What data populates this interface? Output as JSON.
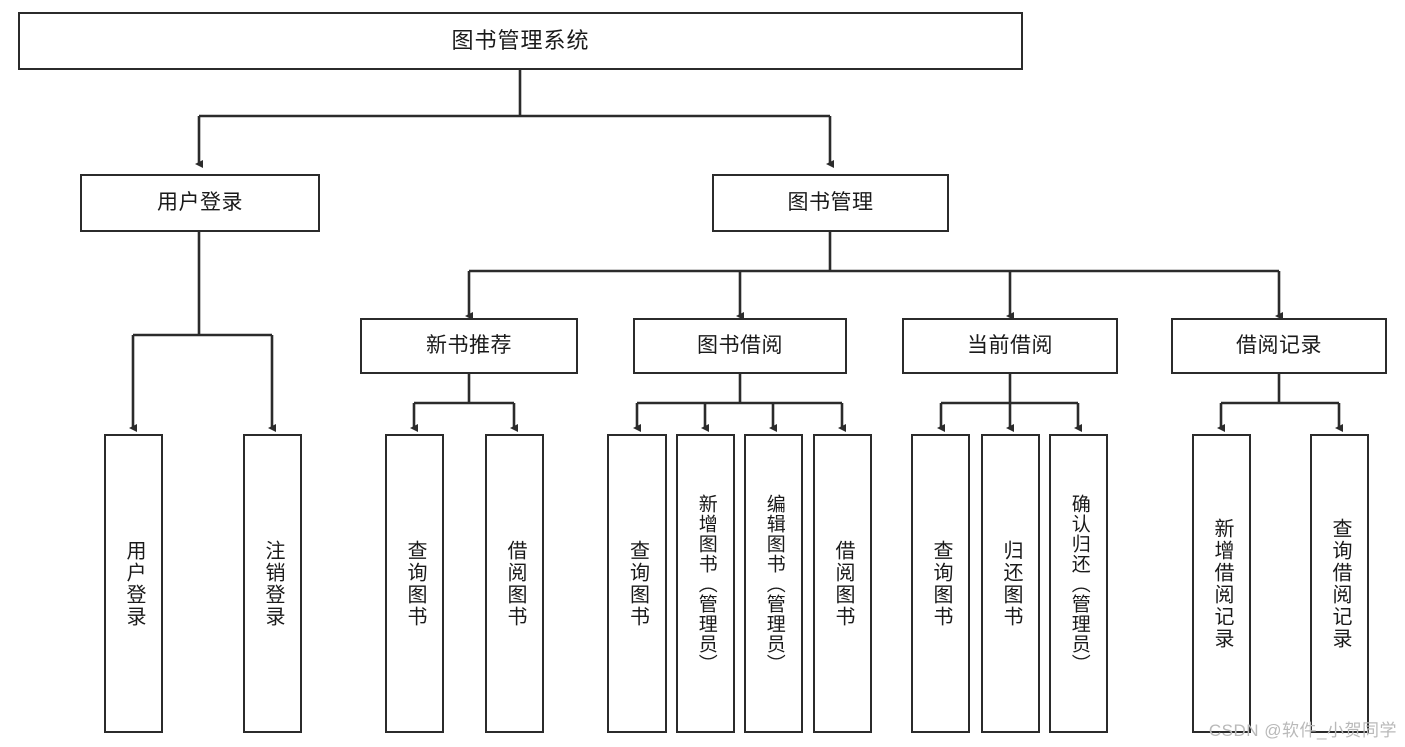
{
  "diagram": {
    "type": "tree-hierarchy",
    "title": "图书管理系统",
    "stroke_color": "#2b2b2b",
    "background_color": "#ffffff",
    "text_color": "#1a1a1a",
    "root": {
      "label": "图书管理系统"
    },
    "level2": [
      {
        "id": "user-login",
        "label": "用户登录"
      },
      {
        "id": "book-management",
        "label": "图书管理"
      }
    ],
    "level3": [
      {
        "id": "new-book-recommend",
        "label": "新书推荐",
        "parent": "book-management"
      },
      {
        "id": "book-borrow",
        "label": "图书借阅",
        "parent": "book-management"
      },
      {
        "id": "current-borrow",
        "label": "当前借阅",
        "parent": "book-management"
      },
      {
        "id": "borrow-record",
        "label": "借阅记录",
        "parent": "book-management"
      }
    ],
    "leaves": [
      {
        "id": "leaf-user-login",
        "label": "用户登录",
        "parent": "user-login"
      },
      {
        "id": "leaf-logout",
        "label": "注销登录",
        "parent": "user-login"
      },
      {
        "id": "leaf-query-book-1",
        "label": "查询图书",
        "parent": "new-book-recommend"
      },
      {
        "id": "leaf-borrow-book-1",
        "label": "借阅图书",
        "parent": "new-book-recommend"
      },
      {
        "id": "leaf-query-book-2",
        "label": "查询图书",
        "parent": "book-borrow"
      },
      {
        "id": "leaf-add-book",
        "label": "新增图书（管理员）",
        "parent": "book-borrow"
      },
      {
        "id": "leaf-edit-book",
        "label": "编辑图书（管理员）",
        "parent": "book-borrow"
      },
      {
        "id": "leaf-borrow-book-2",
        "label": "借阅图书",
        "parent": "book-borrow"
      },
      {
        "id": "leaf-query-book-3",
        "label": "查询图书",
        "parent": "current-borrow"
      },
      {
        "id": "leaf-return-book",
        "label": "归还图书",
        "parent": "current-borrow"
      },
      {
        "id": "leaf-confirm-return",
        "label": "确认归还（管理员）",
        "parent": "current-borrow"
      },
      {
        "id": "leaf-add-record",
        "label": "新增借阅记录",
        "parent": "borrow-record"
      },
      {
        "id": "leaf-query-record",
        "label": "查询借阅记录",
        "parent": "borrow-record"
      }
    ]
  },
  "watermark": {
    "text": "CSDN @软件_小贺同学"
  }
}
